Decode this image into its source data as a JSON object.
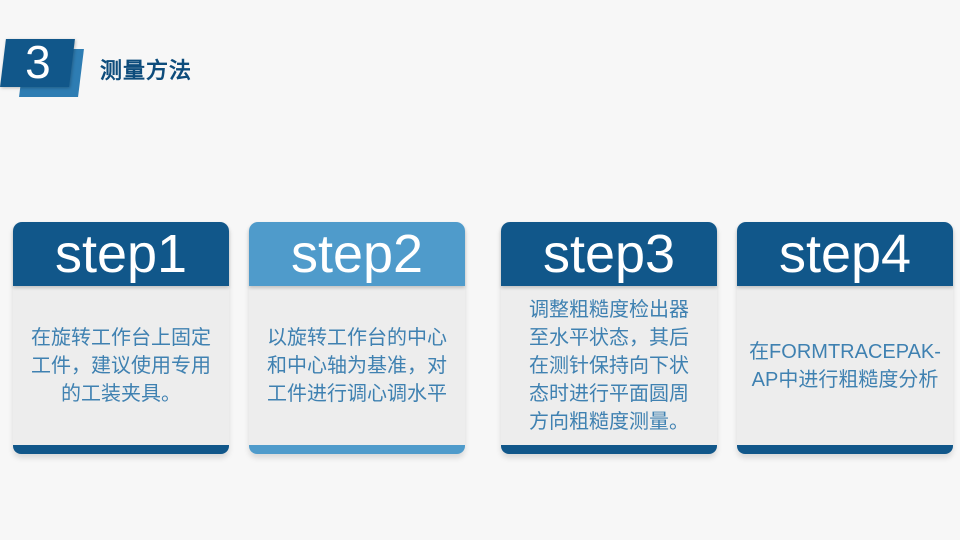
{
  "slide": {
    "background": "#f7f7f7",
    "header": {
      "number": "3",
      "title": "测量方法",
      "title_color": "#0d4c7c",
      "badge_dark_color": "#11578a",
      "badge_light_color": "#2e7db3"
    },
    "body_text_color": "#3f81b1",
    "card_body_bg": "#ededed",
    "steps": [
      {
        "label": "step1",
        "accent": "#11578a",
        "body": "在旋转工作台上固定工件，建议使用专用的工装夹具。"
      },
      {
        "label": "step2",
        "accent": "#4f9bcb",
        "body": "以旋转工作台的中心和中心轴为基准，对工件进行调心调水平"
      },
      {
        "label": "step3",
        "accent": "#11578a",
        "body": "调整粗糙度检出器至水平状态，其后在测针保持向下状态时进行平面圆周方向粗糙度测量。"
      },
      {
        "label": "step4",
        "accent": "#11578a",
        "body": "在FORMTRACEPAK-AP中进行粗糙度分析"
      }
    ]
  }
}
